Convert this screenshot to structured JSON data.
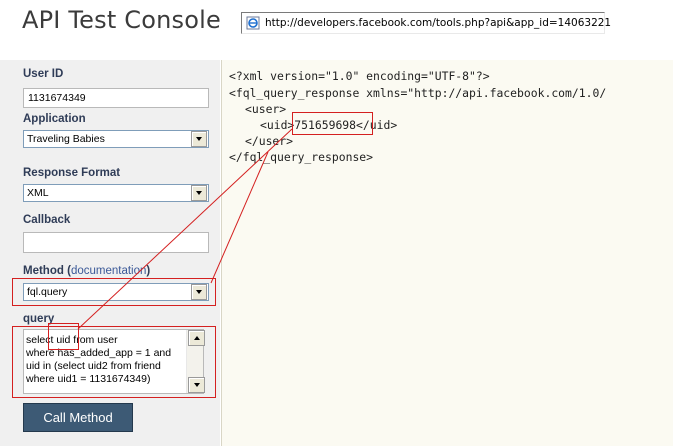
{
  "header": {
    "title": "API Test Console",
    "url": "http://developers.facebook.com/tools.php?api&app_id=14063221"
  },
  "form": {
    "user_id": {
      "label": "User ID",
      "value": "1131674349"
    },
    "application": {
      "label": "Application",
      "value": "Traveling Babies"
    },
    "response_format": {
      "label": "Response Format",
      "value": "XML"
    },
    "callback": {
      "label": "Callback",
      "value": ""
    },
    "method": {
      "label": "Method",
      "open_paren": "(",
      "doc_link": "documentation",
      "close_paren": ")",
      "value": "fql.query"
    },
    "query": {
      "label": "query",
      "lines": [
        "select uid from user",
        "where has_added_app = 1 and",
        "uid in (select uid2 from friend",
        "where uid1 = 1131674349)"
      ]
    },
    "call_button": "Call Method"
  },
  "xml_output": {
    "line1": "<?xml version=\"1.0\" encoding=\"UTF-8\"?>",
    "line2": "<fql_query_response xmlns=\"http://api.facebook.com/1.0/",
    "line3": "<user>",
    "uid_open": "<uid>",
    "uid_value": "751659698",
    "uid_close": "</uid>",
    "line5": "</user>",
    "line6": "</fql_query_response>"
  },
  "colors": {
    "annotation": "#d42020",
    "label": "#2f3c57",
    "button": "#3d5a75",
    "xml_bg": "#fbfaf2"
  },
  "icons": {
    "url": "ie-page-icon",
    "dropdown": "chevron-down-icon"
  }
}
